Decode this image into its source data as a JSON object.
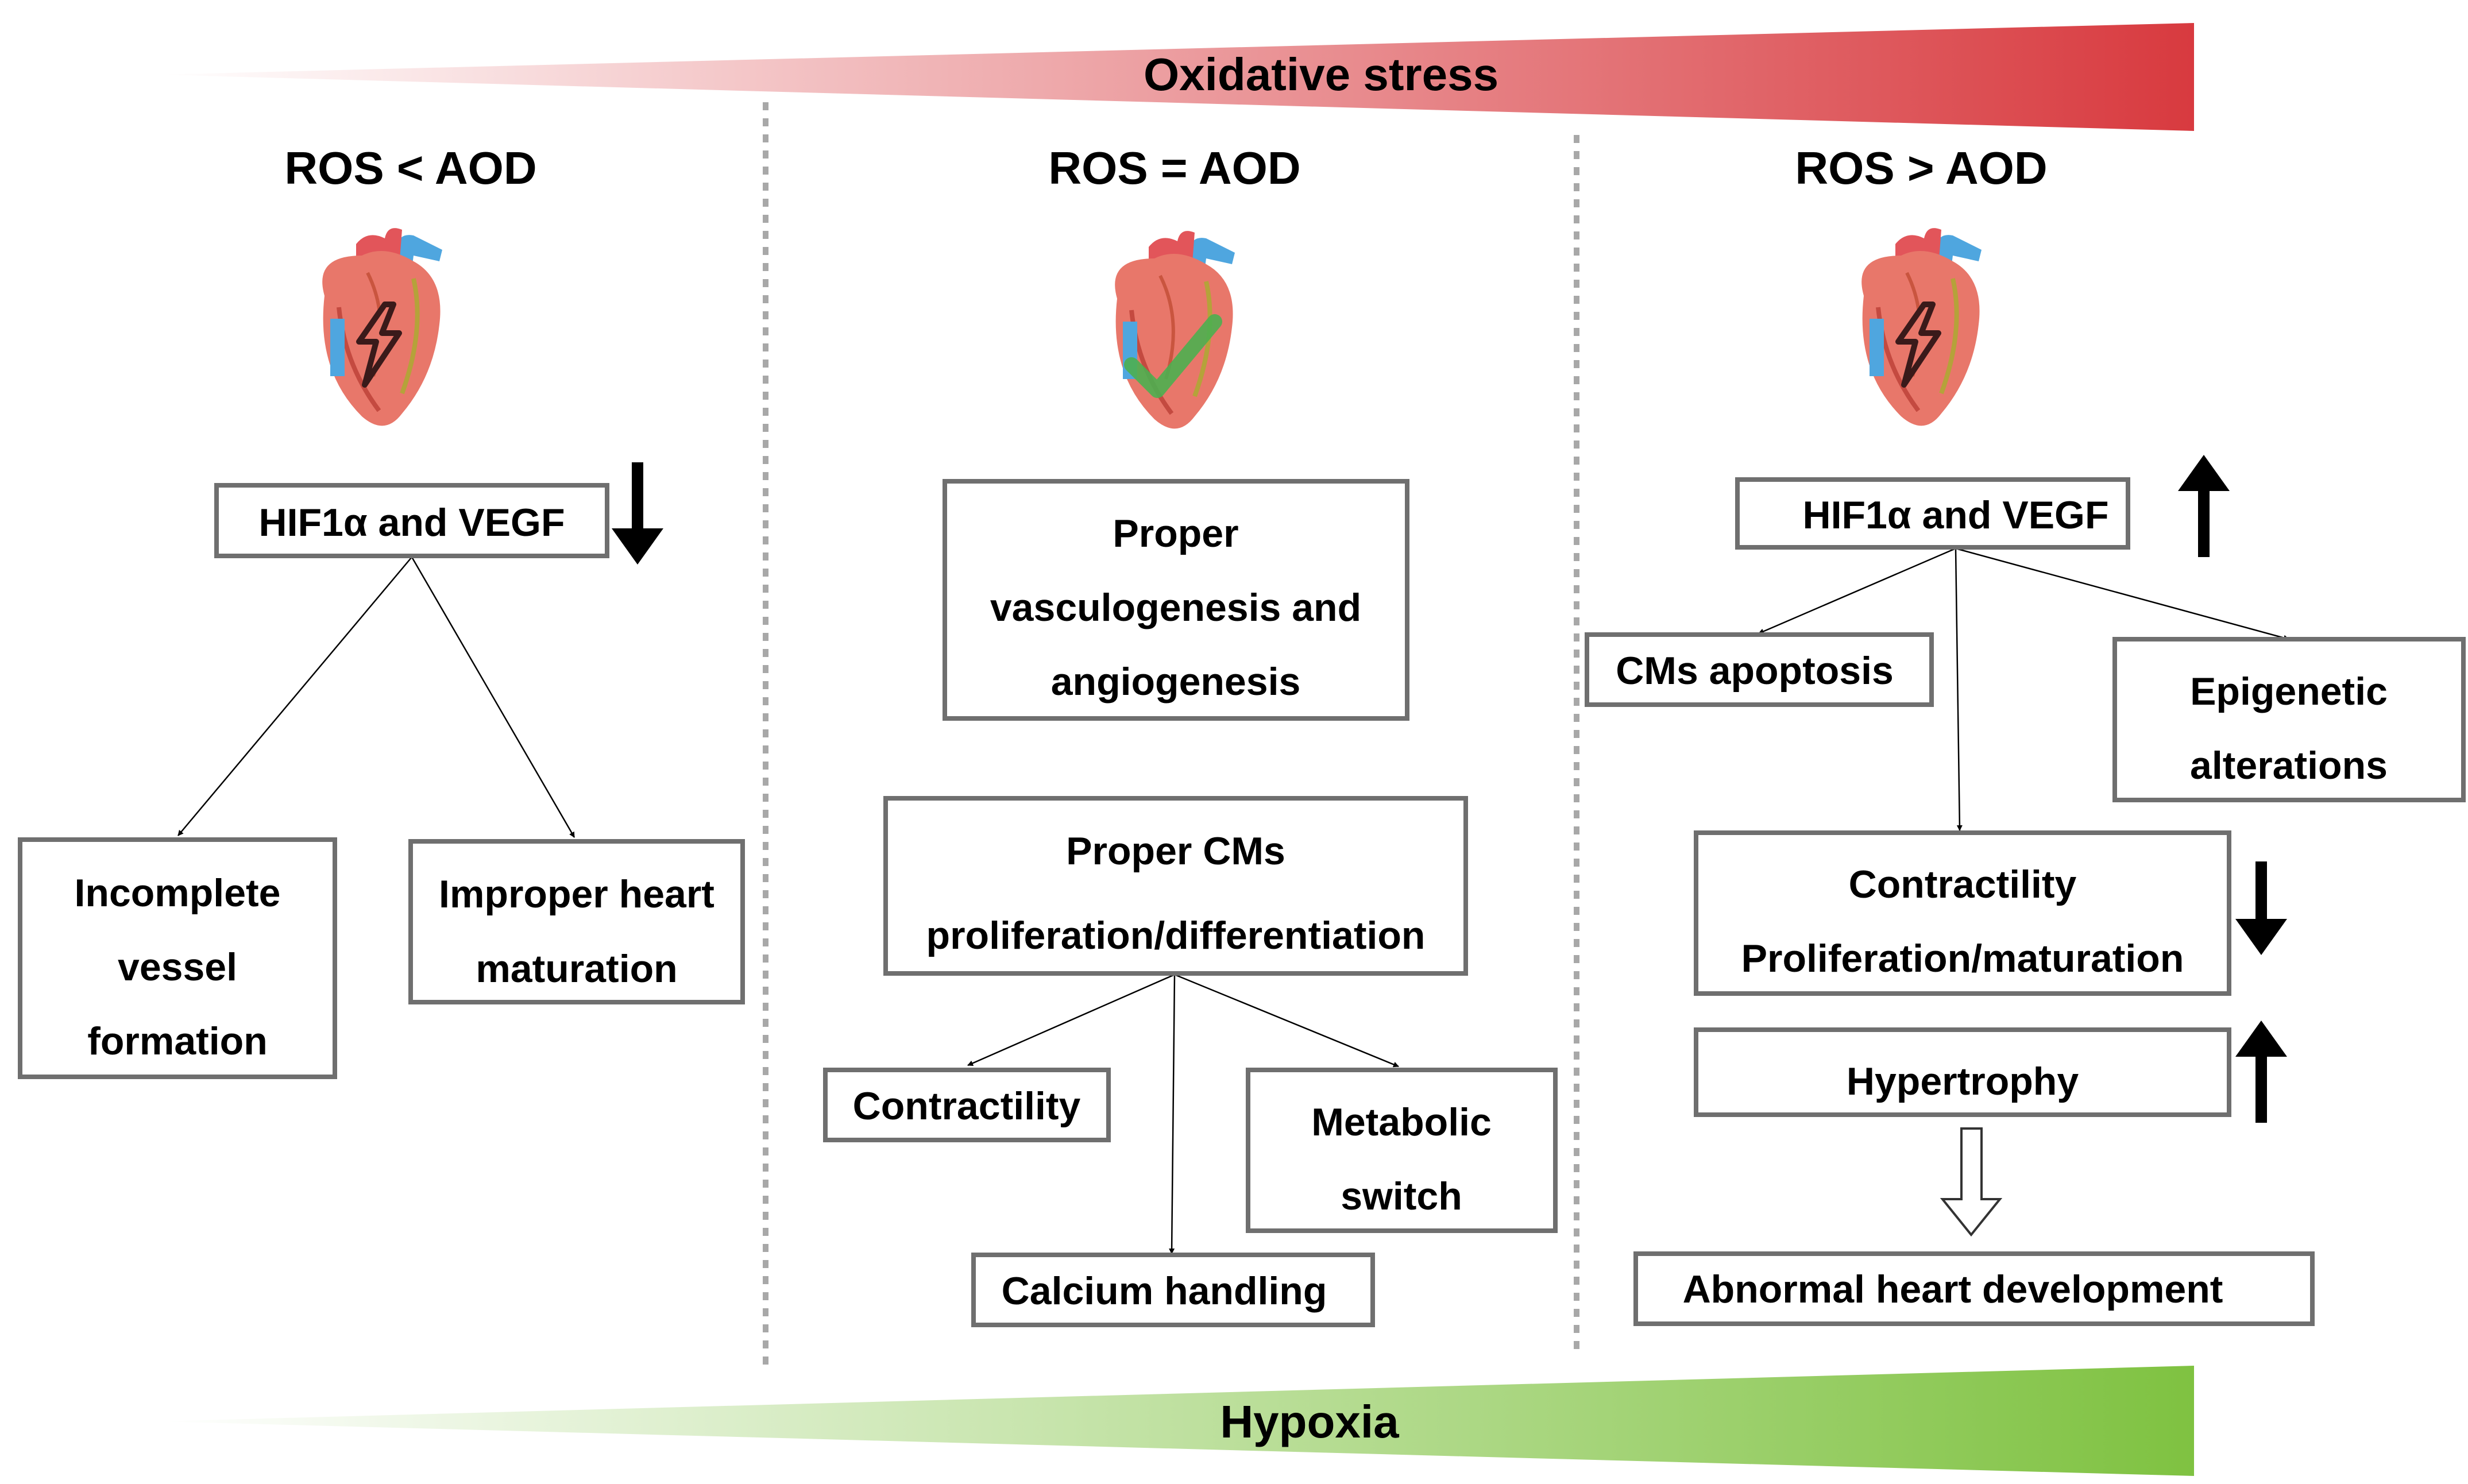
{
  "gradients": {
    "top_label": "Oxidative stress",
    "top_colors": [
      "#ffffff",
      "#d83a3f"
    ],
    "bottom_label": "Hypoxia",
    "bottom_colors": [
      "#ffffff",
      "#7fc241"
    ]
  },
  "columns": {
    "left": {
      "header": "ROS < AOD",
      "heart_symbol": "lightning-bolt-icon"
    },
    "middle": {
      "header": "ROS = AOD",
      "heart_symbol": "check-mark-icon"
    },
    "right": {
      "header": "ROS > AOD",
      "heart_symbol": "lightning-bolt-icon"
    }
  },
  "boxes": {
    "left_hif": [
      "HIF1α and VEGF"
    ],
    "left_vessel": [
      "Incomplete",
      "vessel",
      "formation"
    ],
    "left_heart": [
      "Improper heart",
      "maturation"
    ],
    "mid_vasc": [
      "Proper",
      "vasculogenesis and",
      "angiogenesis"
    ],
    "mid_cms": [
      "Proper CMs",
      "proliferation/differentiation"
    ],
    "mid_contract": [
      "Contractility"
    ],
    "mid_metab": [
      "Metabolic",
      "switch"
    ],
    "mid_calcium": [
      "Calcium handling"
    ],
    "right_hif": [
      "HIF1α and VEGF"
    ],
    "right_apop": [
      "CMs apoptosis"
    ],
    "right_epi": [
      "Epigenetic",
      "alterations"
    ],
    "right_contract": [
      "Contractility",
      "Proliferation/maturation"
    ],
    "right_hyper": [
      "Hypertrophy"
    ],
    "right_abnormal": [
      "Abnormal heart development"
    ]
  },
  "trend_arrows": {
    "left_hif": "down",
    "right_hif": "up",
    "right_contract": "down",
    "right_hyper": "up"
  },
  "colors": {
    "heart_red": "#e8776a",
    "vessel_blue": "#4fa6df",
    "check_green": "#4caf50",
    "box_border": "#6f6f6f"
  }
}
